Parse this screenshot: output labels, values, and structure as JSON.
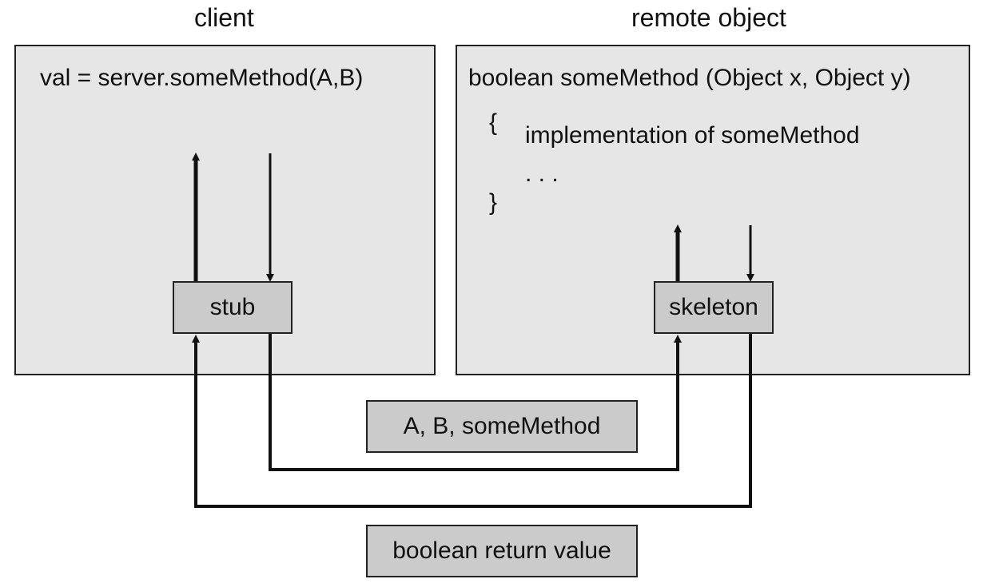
{
  "client": {
    "heading": "client",
    "code": "val = server.someMethod(A,B)",
    "stub_label": "stub"
  },
  "remote": {
    "heading": "remote object",
    "signature": "boolean someMethod (Object x, Object y)",
    "open_brace": "{",
    "implementation": "implementation of someMethod",
    "ellipsis": ". . .",
    "close_brace": "}",
    "skeleton_label": "skeleton"
  },
  "messages": {
    "request": "A, B, someMethod",
    "response": "boolean return value"
  },
  "colors": {
    "panel_fill": "#e6e6e6",
    "box_fill": "#cbcbcb",
    "line": "#111111"
  }
}
